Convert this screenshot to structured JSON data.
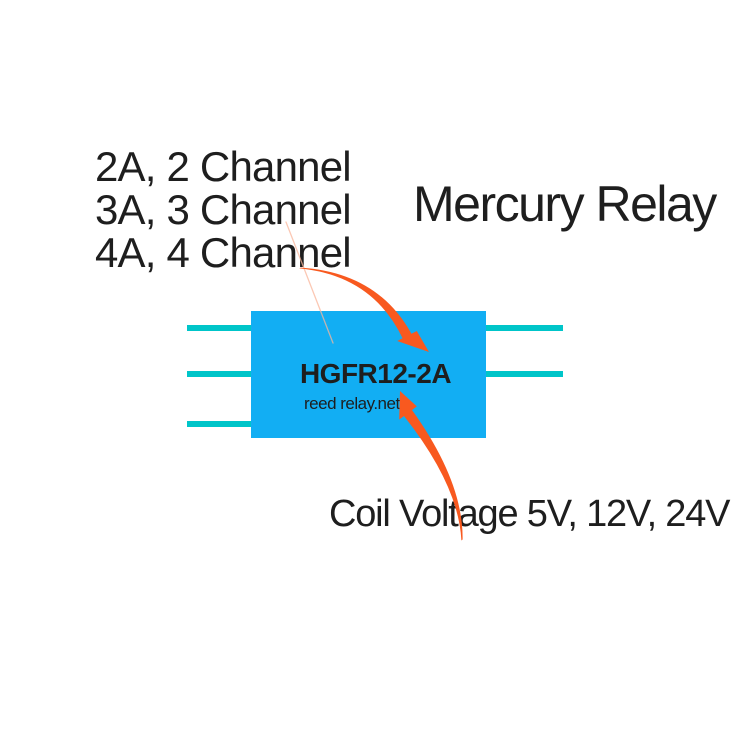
{
  "title": "Mercury Relay",
  "relay": {
    "model": "HGFR12-2A",
    "watermark": "reed relay.net"
  },
  "annotations": {
    "channel_specs": [
      "2A, 2 Channel",
      "3A, 3 Channel",
      "4A, 4 Channel"
    ],
    "coil_voltage": "Coil Voltage 5V, 12V, 24V"
  },
  "icons": {
    "arrow_top": "orange-tapered-arrow pointing from channel specs to relay model",
    "arrow_bottom": "orange-tapered-arrow pointing from coil voltage text to relay model",
    "leader_line": "thin faint leader line from channel specs into relay body"
  },
  "colors": {
    "relay_body": "#12aef3",
    "pin": "#00c5c9",
    "arrow": "#f8591f",
    "leader": "#f9b59b",
    "text": "#1e1e1e",
    "background": "#ffffff"
  }
}
